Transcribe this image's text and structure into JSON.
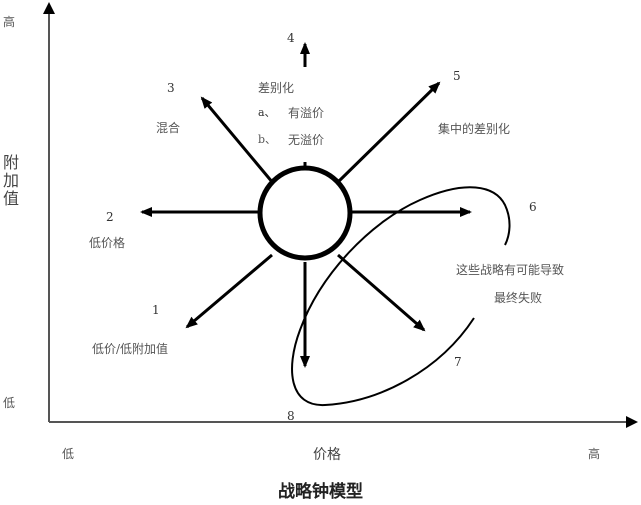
{
  "diagram": {
    "title": "战略钟模型",
    "y_axis": {
      "label": "附加值",
      "high": "高",
      "low": "低"
    },
    "x_axis": {
      "label": "价格",
      "high": "高",
      "low": "低"
    },
    "strategies": [
      {
        "number": "1",
        "label": "低价/低附加值"
      },
      {
        "number": "2",
        "label": "低价格"
      },
      {
        "number": "3",
        "label": "混合"
      },
      {
        "number": "4",
        "label": "差别化",
        "sub_a_marker": "a、",
        "sub_a": "有溢价",
        "sub_b_marker": "b、",
        "sub_b": "无溢价"
      },
      {
        "number": "5",
        "label": "集中的差别化"
      },
      {
        "number": "6",
        "label": ""
      },
      {
        "number": "7",
        "label": ""
      },
      {
        "number": "8",
        "label": ""
      }
    ],
    "failure_note": {
      "line1": "这些战略有可能导致",
      "line2": "最终失败"
    },
    "colors": {
      "line": "#000000",
      "axis": "#555555",
      "text": "#555555"
    }
  }
}
